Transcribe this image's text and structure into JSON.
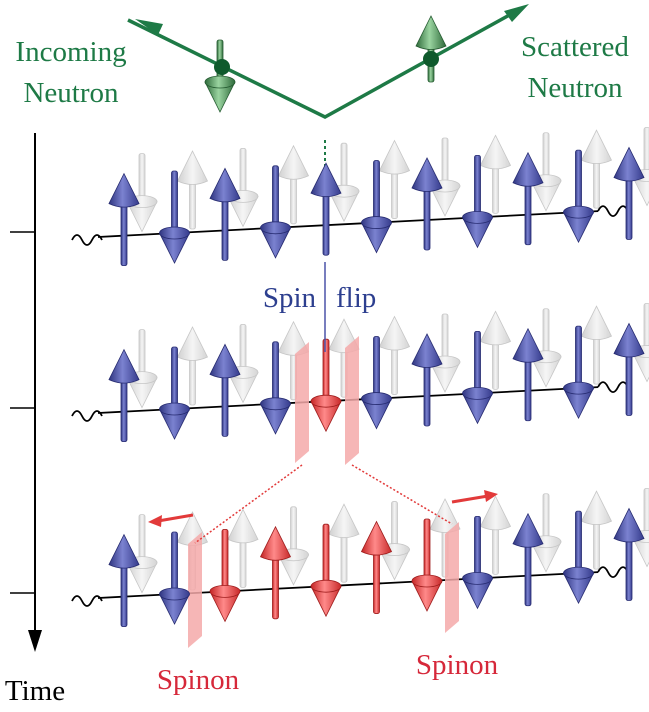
{
  "labels": {
    "incoming_line1": "Incoming",
    "incoming_line2": "Neutron",
    "scattered_line1": "Scattered",
    "scattered_line2": "Neutron",
    "spin": "Spin",
    "flip": "flip",
    "spinon_left": "Spinon",
    "spinon_right": "Spinon",
    "time": "Time"
  },
  "colors": {
    "neutron": "#1e7a46",
    "spin_blue": "#4a52a8",
    "spin_red": "#e23a3a",
    "ghost": "#d6d6d6",
    "wall": "#f4a9a9",
    "label_blue": "#2d3f8f",
    "label_red": "#d6283a",
    "label_green": "#1e7a46"
  },
  "chains": [
    {
      "spins": [
        "u",
        "d",
        "u",
        "d",
        "u",
        "d",
        "u",
        "d",
        "u",
        "d",
        "u",
        "d"
      ],
      "red": []
    },
    {
      "spins": [
        "u",
        "d",
        "u",
        "d",
        "d",
        "d",
        "u",
        "d",
        "u",
        "d",
        "u",
        "d"
      ],
      "red": [
        4
      ]
    },
    {
      "spins": [
        "u",
        "d",
        "d",
        "u",
        "d",
        "u",
        "d",
        "d",
        "u",
        "d",
        "u",
        "d"
      ],
      "red": [
        2,
        3,
        4,
        5,
        6
      ]
    }
  ]
}
